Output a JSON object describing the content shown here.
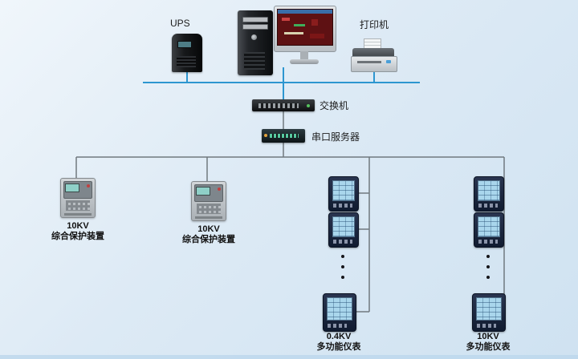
{
  "colors": {
    "bus_top": "#2d96d0",
    "bus_field": "#70797f"
  },
  "nodes": {
    "ups": {
      "label": "UPS"
    },
    "printer": {
      "label": "打印机"
    },
    "switch": {
      "label": "交换机"
    },
    "serial_server": {
      "label": "串口服务器"
    },
    "protection_a": {
      "kv": "10KV",
      "name": "综合保护装置"
    },
    "protection_b": {
      "kv": "10KV",
      "name": "综合保护装置"
    },
    "meter_column_a": {
      "kv": "0.4KV",
      "name": "多功能仪表"
    },
    "meter_column_b": {
      "kv": "10KV",
      "name": "多功能仪表"
    }
  }
}
